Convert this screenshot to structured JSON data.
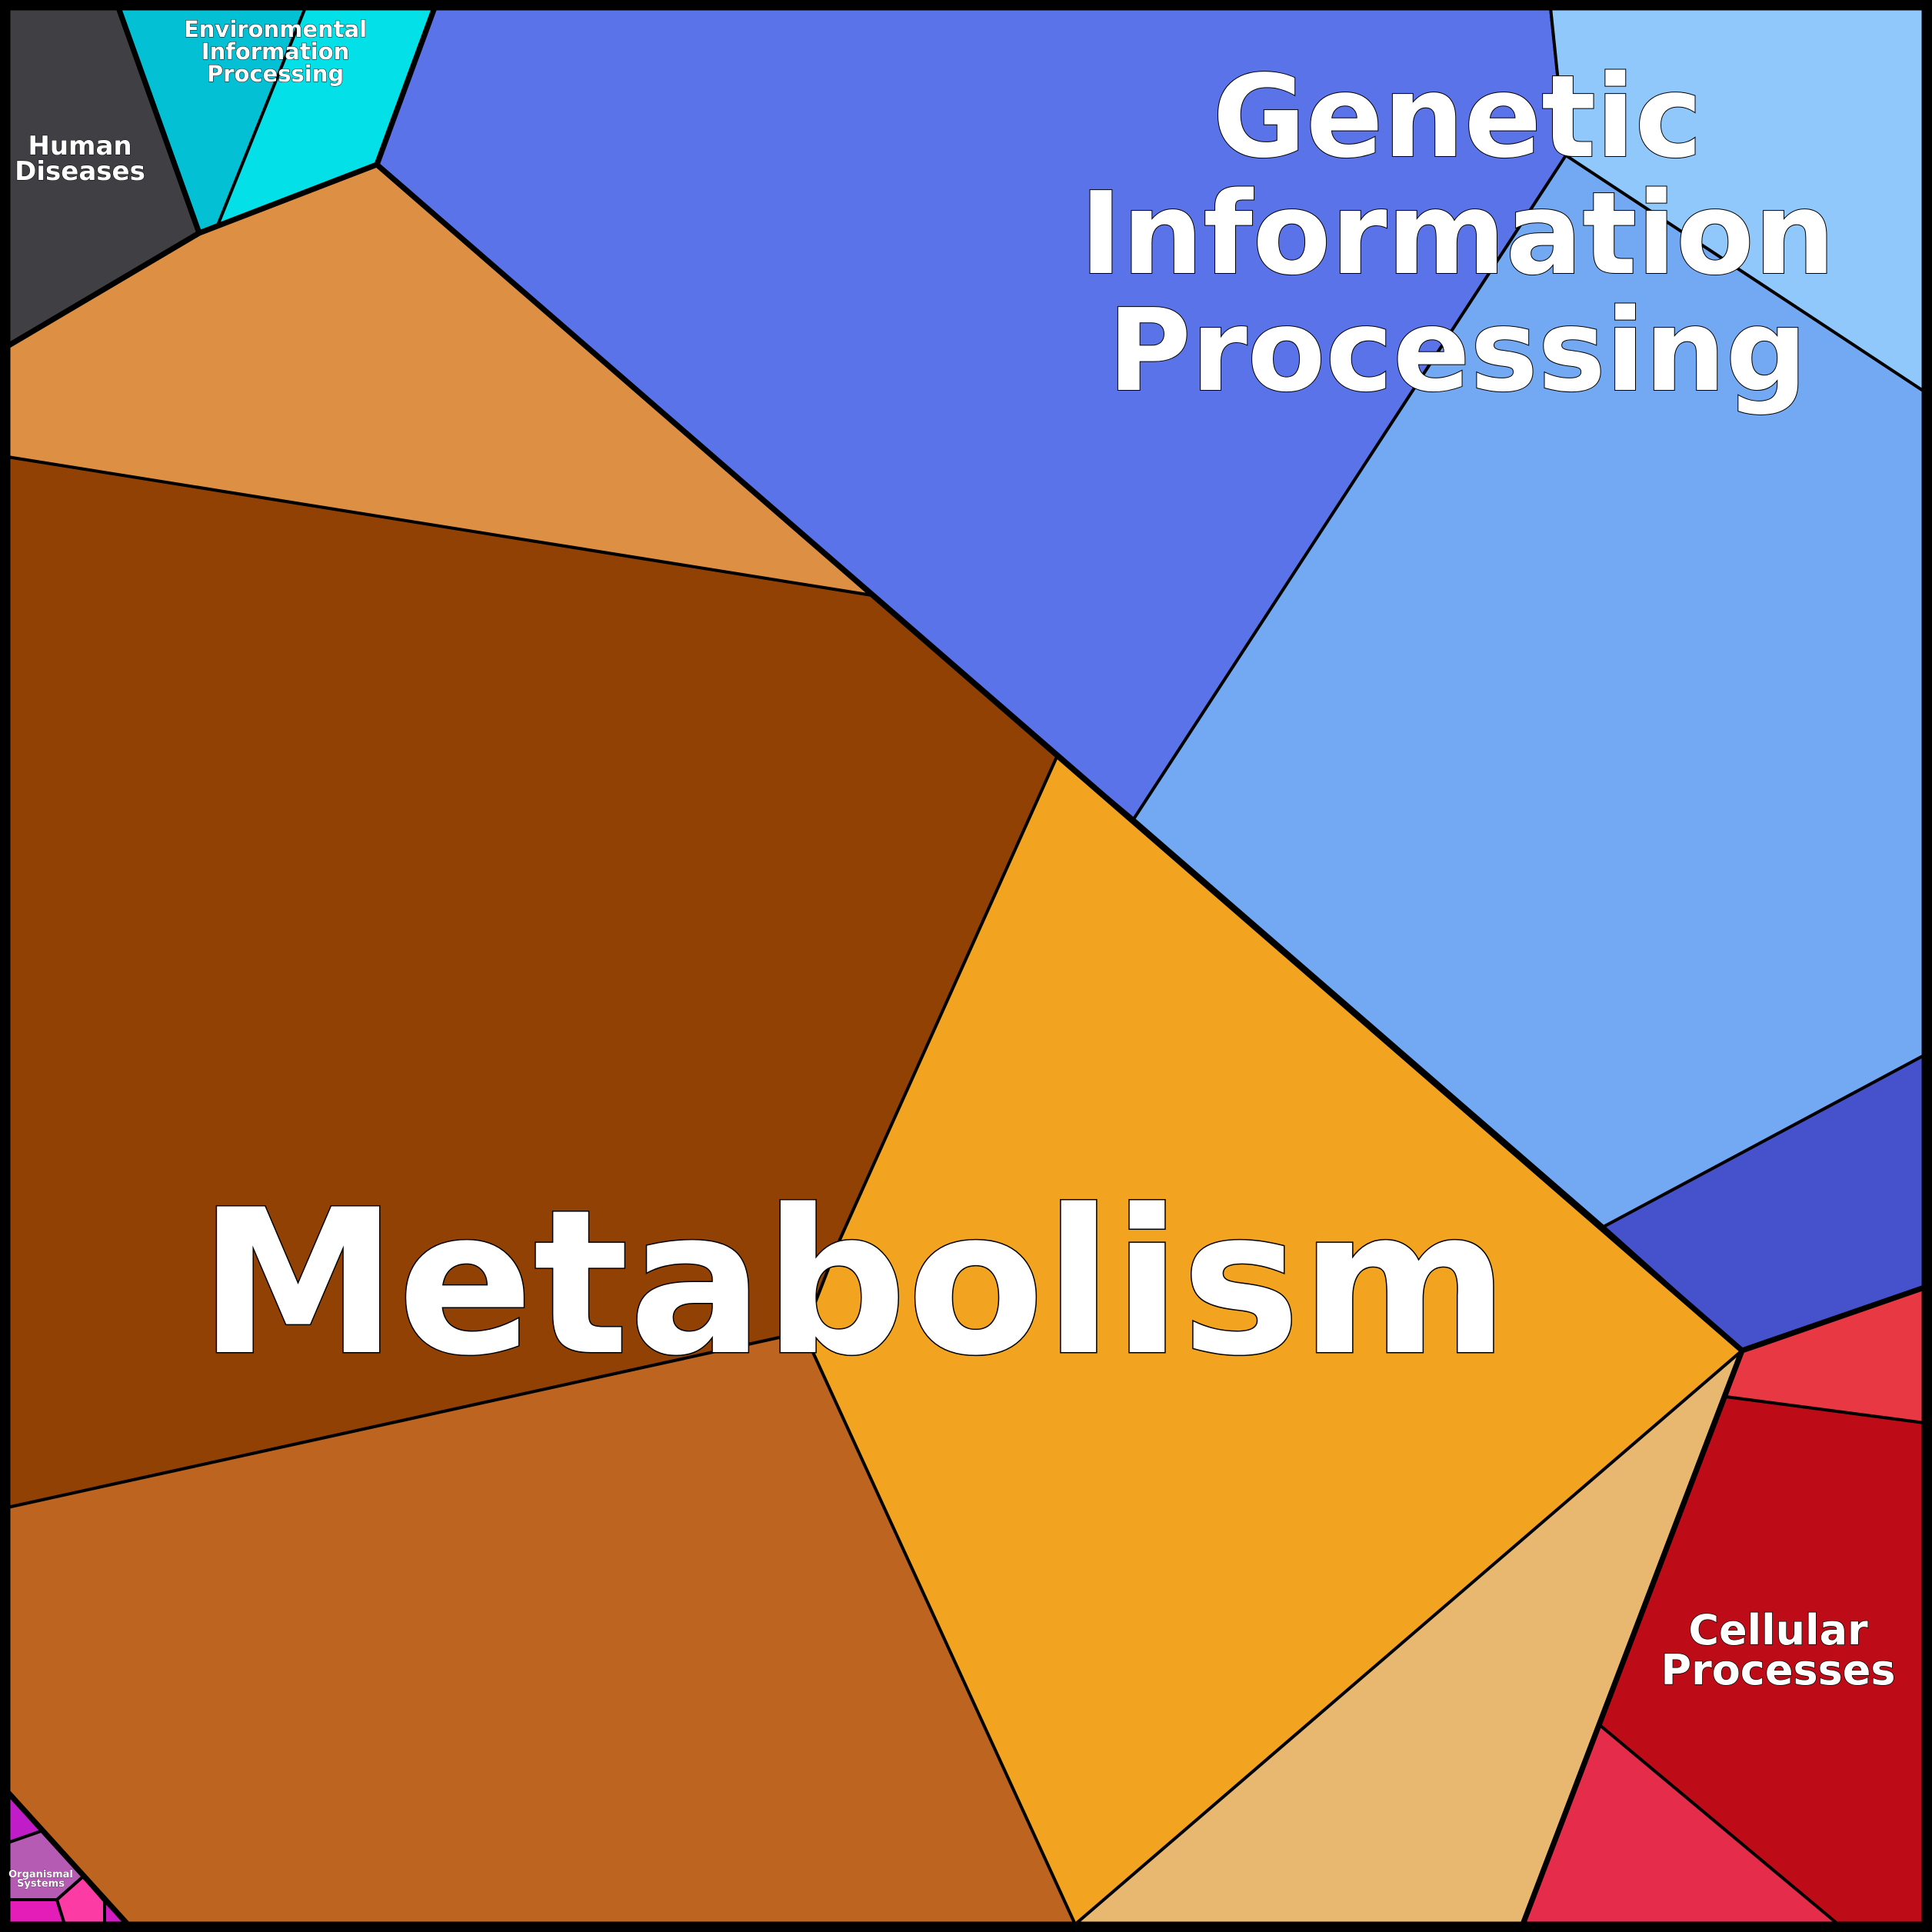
{
  "diagram": {
    "type": "voronoi-treemap",
    "categories": [
      {
        "id": "metabolism",
        "label": [
          "Metabolism"
        ],
        "cells": [
          {
            "name": "metabolism-cell-dark-brown",
            "color": "#924104"
          },
          {
            "name": "metabolism-cell-light-brown",
            "color": "#DD9044"
          },
          {
            "name": "metabolism-cell-rust",
            "color": "#BE6421"
          },
          {
            "name": "metabolism-cell-amber",
            "color": "#F2A31F"
          },
          {
            "name": "metabolism-cell-tan",
            "color": "#E8B770"
          }
        ]
      },
      {
        "id": "genetic-information-processing",
        "label": [
          "Genetic",
          "Information",
          "Processing"
        ],
        "cells": [
          {
            "name": "genetic-cell-royal-blue",
            "color": "#5A73E8"
          },
          {
            "name": "genetic-cell-sky-blue",
            "color": "#72A9F2"
          },
          {
            "name": "genetic-cell-pale-blue",
            "color": "#91C8FC"
          },
          {
            "name": "genetic-cell-indigo",
            "color": "#4651CC"
          }
        ]
      },
      {
        "id": "cellular-processes",
        "label": [
          "Cellular",
          "Processes"
        ],
        "cells": [
          {
            "name": "cellular-cell-crimson",
            "color": "#BD0C18"
          },
          {
            "name": "cellular-cell-red",
            "color": "#E73843"
          },
          {
            "name": "cellular-cell-rose",
            "color": "#E52C4B"
          }
        ]
      },
      {
        "id": "human-diseases",
        "label": [
          "Human",
          "Diseases"
        ],
        "cells": [
          {
            "name": "human-diseases-cell-charcoal",
            "color": "#403F43"
          }
        ]
      },
      {
        "id": "environmental-information-processing",
        "label": [
          "Environmental",
          "Information",
          "Processing"
        ],
        "cells": [
          {
            "name": "environmental-cell-teal",
            "color": "#04C0D4"
          },
          {
            "name": "environmental-cell-cyan",
            "color": "#04E0E8"
          }
        ]
      },
      {
        "id": "organismal-systems",
        "label": [
          "Organismal",
          "Systems"
        ],
        "cells": [
          {
            "name": "organismal-cell-purple",
            "color": "#C01CC8"
          },
          {
            "name": "organismal-cell-orchid",
            "color": "#B65BB4"
          },
          {
            "name": "organismal-cell-magenta",
            "color": "#E41CB8"
          },
          {
            "name": "organismal-cell-pink",
            "color": "#FC3CA4"
          },
          {
            "name": "organismal-cell-violet",
            "color": "#D01CC0"
          }
        ]
      }
    ]
  }
}
